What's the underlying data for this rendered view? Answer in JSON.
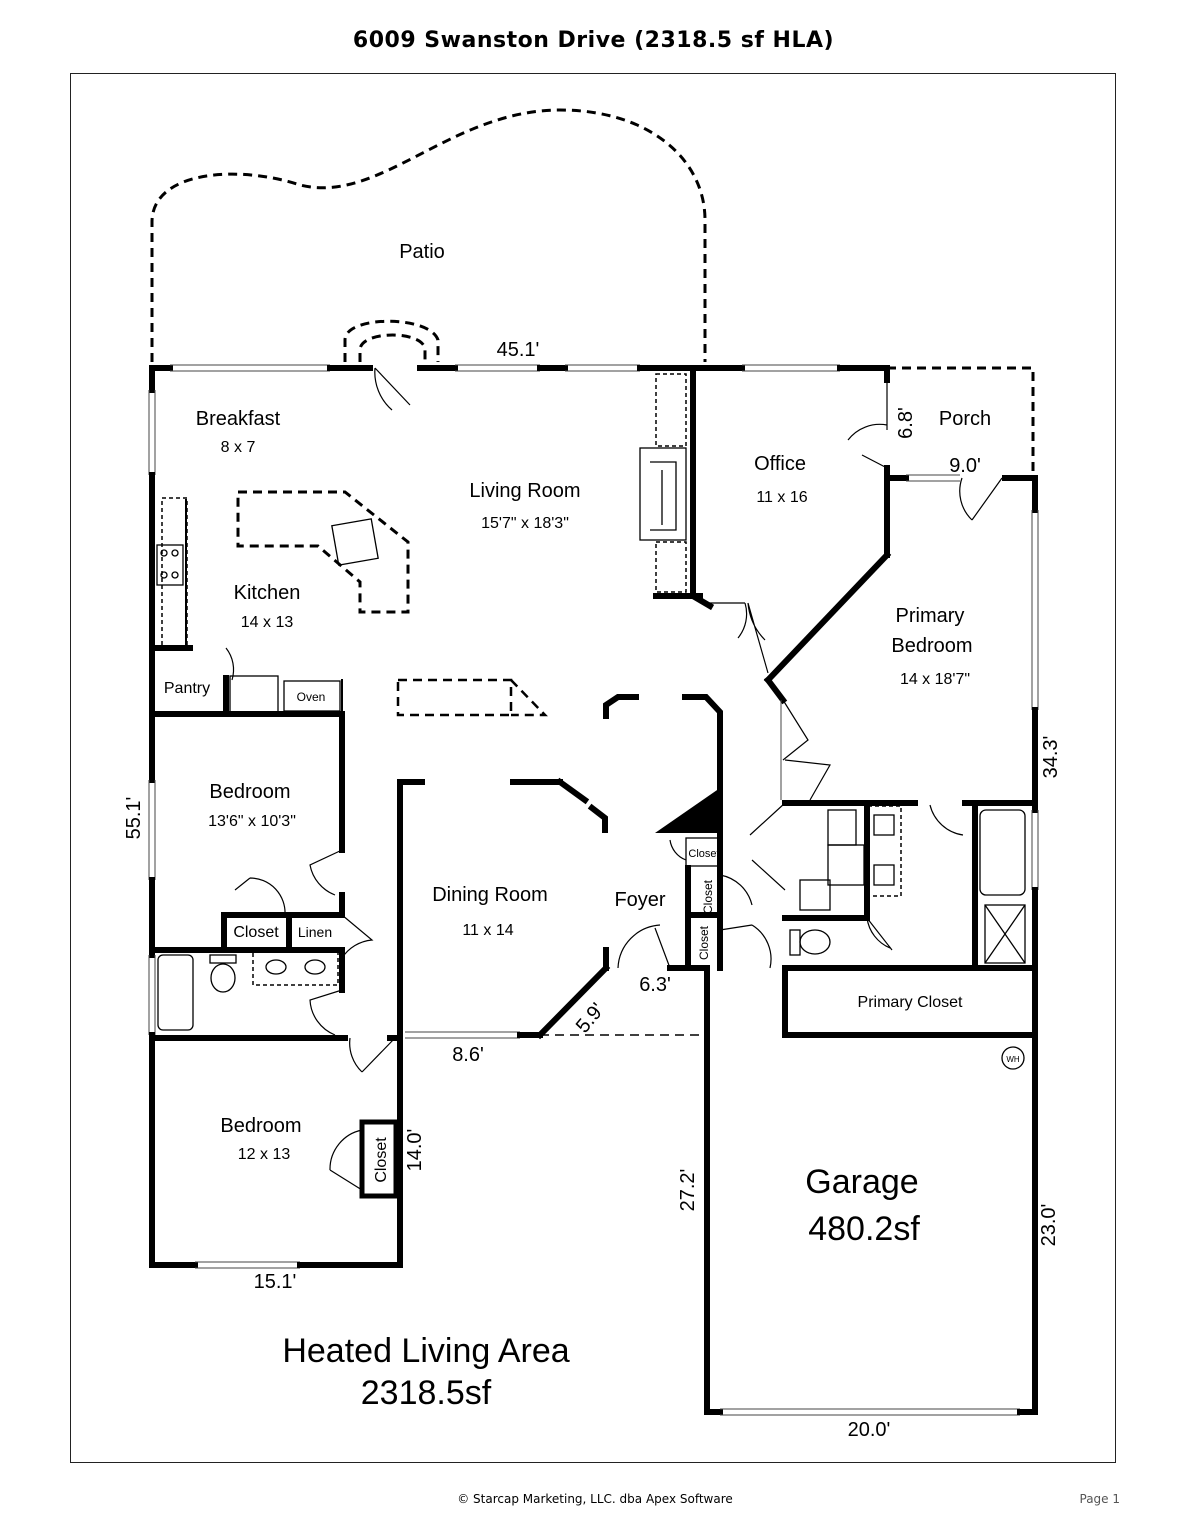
{
  "title": "6009 Swanston Drive (2318.5 sf HLA)",
  "rooms": {
    "patio": "Patio",
    "breakfast": {
      "name": "Breakfast",
      "size": "8 x 7"
    },
    "living": {
      "name": "Living Room",
      "size": "15'7\" x 18'3\""
    },
    "office": {
      "name": "Office",
      "size": "11 x 16"
    },
    "porch": "Porch",
    "kitchen": {
      "name": "Kitchen",
      "size": "14 x 13"
    },
    "pantry": "Pantry",
    "oven": "Oven",
    "primary_bedroom": {
      "name_line1": "Primary",
      "name_line2": "Bedroom",
      "size": "14 x 18'7\""
    },
    "bedroom1": {
      "name": "Bedroom",
      "size": "13'6\" x 10'3\""
    },
    "closet": "Closet",
    "linen": "Linen",
    "dining": {
      "name": "Dining Room",
      "size": "11 x 14"
    },
    "foyer": "Foyer",
    "closet_small_1": "Closet",
    "closet_small_2": "Closet",
    "closet_small_3": "Closet",
    "primary_closet": "Primary Closet",
    "bedroom2": {
      "name": "Bedroom",
      "size": "12 x 13"
    },
    "bedroom2_closet": "Closet",
    "garage": {
      "name": "Garage",
      "area": "480.2sf"
    },
    "water_heater": "WH"
  },
  "dimensions": {
    "top": "45.1'",
    "porch_vertical": "6.8'",
    "porch_horizontal": "9.0'",
    "right_upper": "34.3'",
    "left": "55.1'",
    "foyer_width": "6.3'",
    "angle": "5.9'",
    "dining_bottom": "8.6'",
    "bedroom2_right": "14.0'",
    "bedroom2_bottom": "15.1'",
    "garage_left": "27.2'",
    "garage_right": "23.0'",
    "garage_bottom": "20.0'"
  },
  "hla": {
    "label": "Heated Living Area",
    "value": "2318.5sf"
  },
  "footer": {
    "copyright": "© Starcap Marketing, LLC. dba Apex Software",
    "page": "Page 1"
  }
}
